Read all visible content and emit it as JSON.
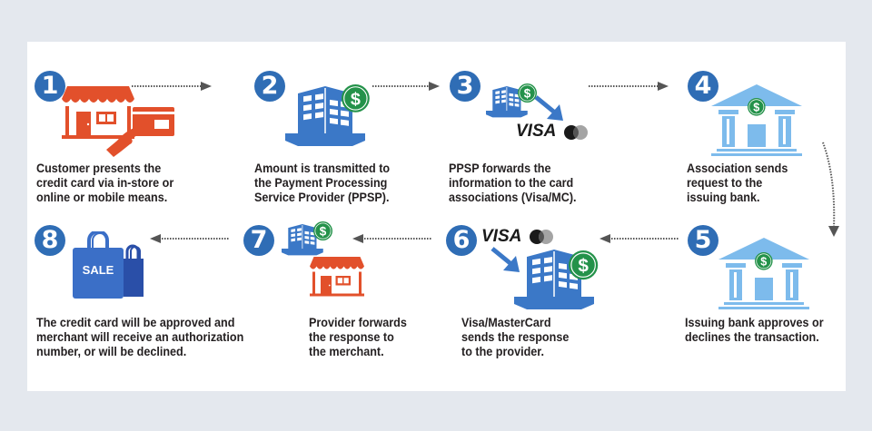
{
  "title": "Credit card payment processing flow",
  "colors": {
    "badge": "#2f6db5",
    "merchant_red": "#e2502b",
    "building_blue": "#3b78c7",
    "bank_light_blue": "#7dbbec",
    "dollar_green": "#24924a",
    "text": "#231f20",
    "background": "#e4e8ee"
  },
  "steps": [
    {
      "number": "1",
      "icons": [
        "storefront-icon",
        "credit-card-icon",
        "hand-icon"
      ],
      "caption": "Customer presents the\ncredit card via in-store or\nonline or mobile means."
    },
    {
      "number": "2",
      "icons": [
        "office-building-icon",
        "dollar-coin-icon"
      ],
      "caption": "Amount is transmitted to\nthe Payment Processing\nService Provider (PPSP)."
    },
    {
      "number": "3",
      "icons": [
        "office-building-icon",
        "dollar-coin-icon",
        "arrow-icon",
        "visa-logo",
        "mastercard-logo"
      ],
      "caption": "PPSP forwards the\ninformation to the card\nassociations (Visa/MC)."
    },
    {
      "number": "4",
      "icons": [
        "bank-icon",
        "dollar-coin-icon"
      ],
      "caption": "Association sends\nrequest to the\nissuing bank."
    },
    {
      "number": "5",
      "icons": [
        "bank-icon",
        "dollar-coin-icon"
      ],
      "caption": "Issuing bank approves or\ndeclines the transaction."
    },
    {
      "number": "6",
      "icons": [
        "visa-logo",
        "mastercard-logo",
        "arrow-icon",
        "office-building-icon",
        "dollar-coin-icon"
      ],
      "caption": "Visa/MasterCard\nsends the response\nto the provider."
    },
    {
      "number": "7",
      "icons": [
        "office-building-icon",
        "dollar-coin-icon",
        "storefront-icon"
      ],
      "caption": "Provider forwards\nthe response to\nthe merchant."
    },
    {
      "number": "8",
      "icons": [
        "shopping-bag-icon"
      ],
      "caption": "The credit card will be approved and\nmerchant will receive an authorization\nnumber, or will be declined."
    }
  ],
  "logos": {
    "visa": "VISA",
    "sale": "SALE",
    "dollar": "$"
  }
}
